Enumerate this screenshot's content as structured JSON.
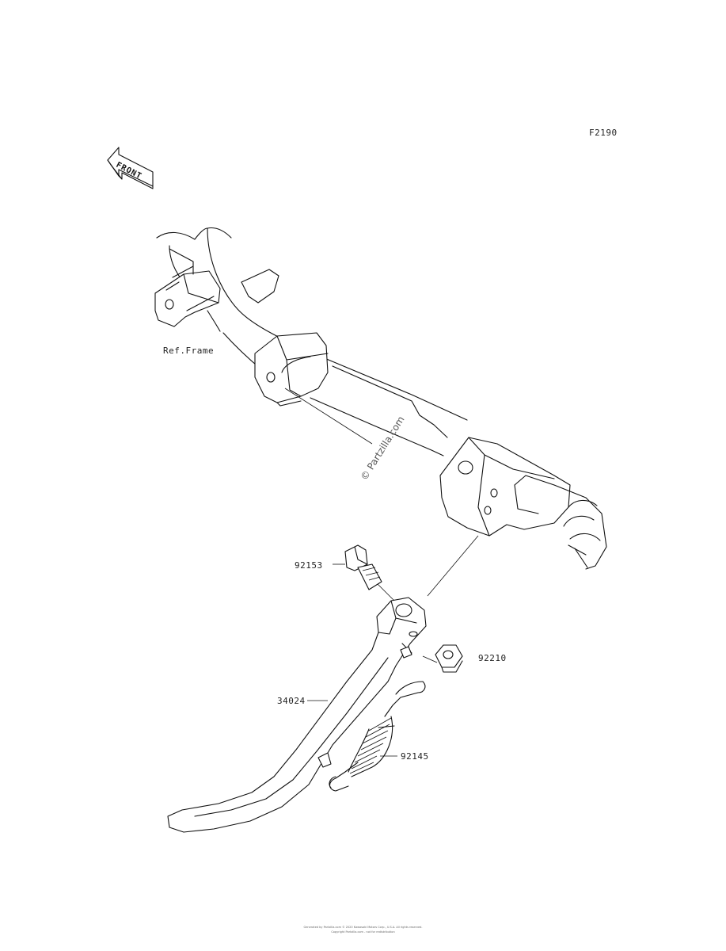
{
  "diagram_code": "F2190",
  "front_badge": "FRONT",
  "frame_reference": "Ref.Frame",
  "watermark": "© Partzilla.com",
  "callouts": {
    "bolt": "92153",
    "nut": "92210",
    "side_stand": "34024",
    "spring": "92145"
  },
  "footer": {
    "line1": "Generated by Partzilla.com © 2020 Kawasaki Motors Corp., U.S.A. All rights reserved.",
    "line2": "Copyright Partzilla.com - not for redistribution"
  }
}
